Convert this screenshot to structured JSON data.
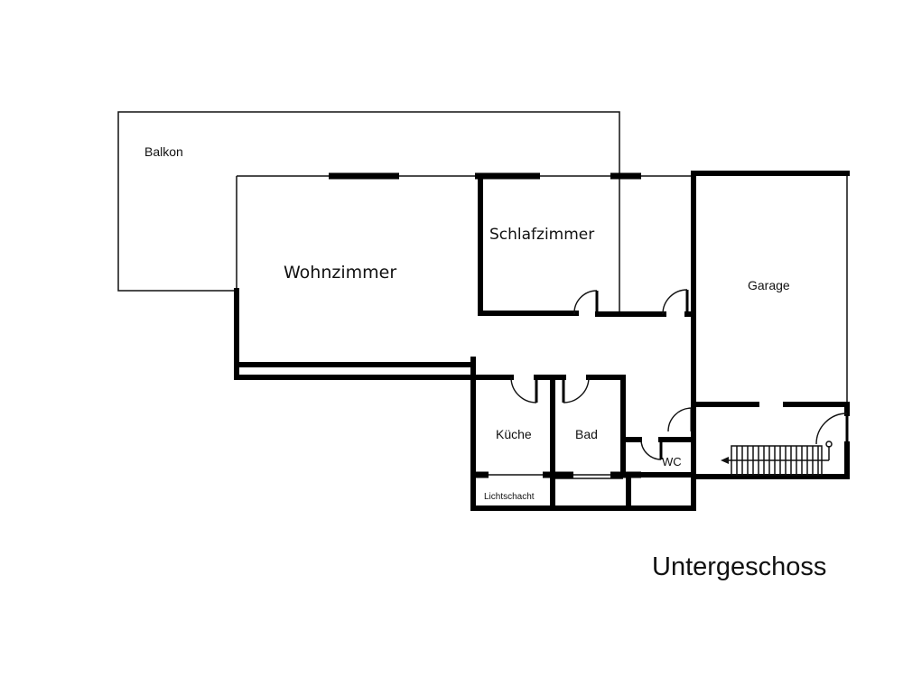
{
  "rooms": {
    "balkon": "Balkon",
    "wohnzimmer": "Wohnzimmer",
    "schlafzimmer": "Schlafzimmer",
    "garage": "Garage",
    "kueche": "Küche",
    "bad": "Bad",
    "wc": "WC",
    "lichtschacht": "Lichtschacht"
  },
  "floor_title": "Untergeschoss",
  "colors": {
    "wall": "#000000",
    "background": "#ffffff"
  }
}
